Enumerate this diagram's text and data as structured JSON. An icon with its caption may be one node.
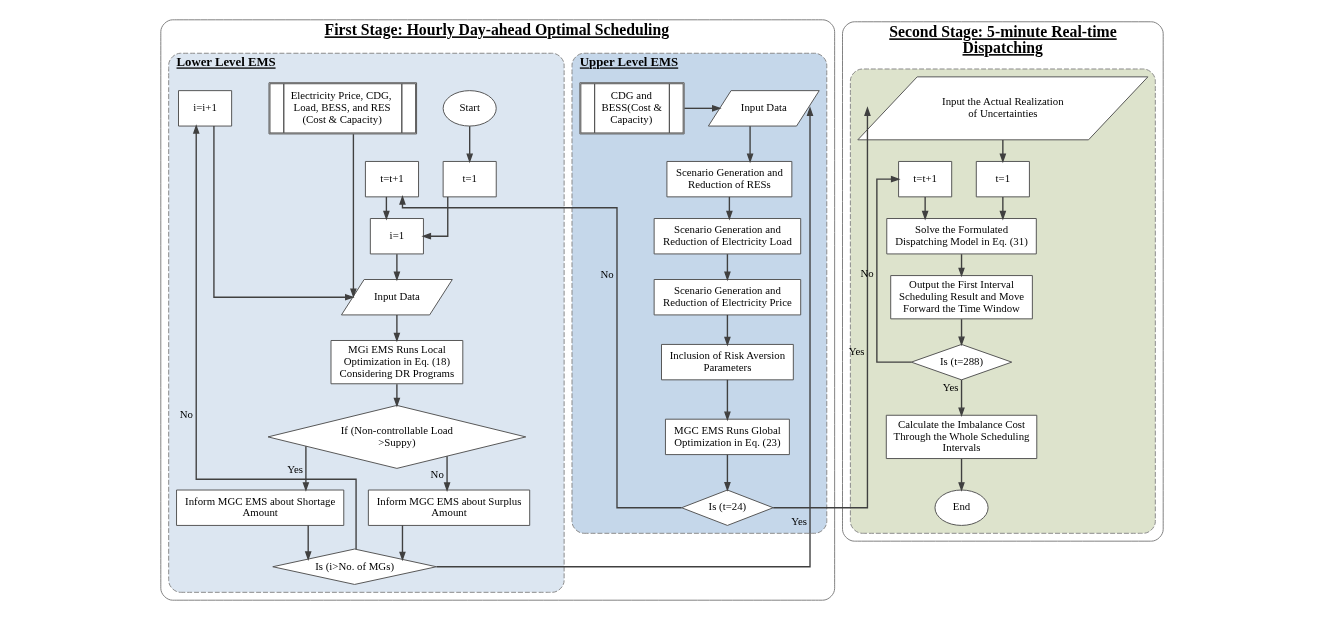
{
  "diagram": {
    "nodes": [
      {
        "text": [
          "First Stage: Hourly Day-ahead Optimal Scheduling"
        ]
      },
      {
        "text": [
          "Lower Level EMS"
        ],
        "in": 0
      },
      {
        "text": [
          "Start"
        ],
        "in": 1
      },
      {
        "text": [
          "t=1"
        ],
        "in": 1
      },
      {
        "text": [
          "t=t+1"
        ],
        "in": 1
      },
      {
        "text": [
          "i=1"
        ],
        "in": 1
      },
      {
        "text": [
          "Input Data"
        ],
        "in": 1
      },
      {
        "text": [
          "Electricity Price, CDG, Load, BESS, and RES (Cost & Capacity)"
        ],
        "in": 1
      },
      {
        "text": [
          "MGi EMS Runs Local Optimization in Eq. (18) Considering DR Programs"
        ],
        "in": 1
      },
      {
        "text": [
          "If (Non-controllable Load >Suppy)"
        ],
        "in": 1
      },
      {
        "text": [
          "i=i+1"
        ],
        "in": 1
      },
      {
        "text": [
          "Inform MGC EMS about Shortage Amount"
        ],
        "in": 1
      },
      {
        "text": [
          "Inform MGC EMS about Surplus Amount"
        ],
        "in": 1
      },
      {
        "text": [
          "Is (i>No. of MGs)"
        ],
        "in": 1
      },
      {
        "text": [
          "Upper Level EMS"
        ],
        "in": 0
      },
      {
        "text": [
          "Input Data"
        ],
        "in": 14
      },
      {
        "text": [
          "CDG and BESS(Cost & Capacity)"
        ],
        "in": 14
      },
      {
        "text": [
          "Scenario Generation and Reduction of RESs"
        ],
        "in": 14
      },
      {
        "text": [
          "Scenario Generation and Reduction of Electricity Load"
        ],
        "in": 14
      },
      {
        "text": [
          "Scenario Generation and Reduction of Electricity Price"
        ],
        "in": 14
      },
      {
        "text": [
          "Inclusion of Risk Aversion Parameters"
        ],
        "in": 14
      },
      {
        "text": [
          "MGC EMS Runs Global Optimization in Eq. (23)"
        ],
        "in": 14
      },
      {
        "text": [
          "Is (t=24)"
        ],
        "in": 14
      },
      {
        "text": [
          "Second Stage: 5-minute Real-time Dispatching"
        ]
      },
      {
        "text": [],
        "shape": "box",
        "in": 23
      },
      {
        "text": [
          "Input the Actual Realization of Uncertainties"
        ],
        "in": 24
      },
      {
        "text": [
          "t=1"
        ],
        "in": 24
      },
      {
        "text": [
          "t=t+1"
        ],
        "in": 24
      },
      {
        "text": [
          "Solve the Formulated Dispatching Model in Eq. (31)"
        ],
        "in": 24
      },
      {
        "text": [
          "Output the First Interval Scheduling Result and Move Forward the Time Window"
        ],
        "in": 24
      },
      {
        "text": [
          "Is (t=288)"
        ],
        "in": 24
      },
      {
        "text": [
          "Calculate the Imbalance Cost Through the Whole Scheduling Intervals"
        ],
        "in": 24
      },
      {
        "text": [
          "End"
        ],
        "in": 24
      }
    ],
    "edges": [
      {
        "from": 2,
        "to": 3,
        "arrow": "to"
      },
      {
        "from": 3,
        "to": 5,
        "arrow": "to"
      },
      {
        "from": 4,
        "to": 5,
        "arrow": "to"
      },
      {
        "from": 5,
        "to": 6,
        "arrow": "to"
      },
      {
        "from": 10,
        "to": 6,
        "arrow": "to"
      },
      {
        "from": 7,
        "to": 6,
        "arrow": "to"
      },
      {
        "from": 6,
        "to": 8,
        "arrow": "to"
      },
      {
        "from": 8,
        "to": 9,
        "arrow": "to"
      },
      {
        "from": 9,
        "to": 11,
        "arrow": "to",
        "label": "Yes"
      },
      {
        "from": 9,
        "to": 12,
        "arrow": "to",
        "label": "No"
      },
      {
        "from": 11,
        "to": 13,
        "arrow": "to"
      },
      {
        "from": 12,
        "to": 13,
        "arrow": "to"
      },
      {
        "from": 13,
        "to": 10,
        "arrow": "to",
        "label": "No"
      },
      {
        "from": 13,
        "to": 15,
        "arrow": "to",
        "label": "Yes"
      },
      {
        "from": 22,
        "to": 4,
        "arrow": "to",
        "label": "No"
      },
      {
        "from": 16,
        "to": 15,
        "arrow": "to"
      },
      {
        "from": 15,
        "to": 17,
        "arrow": "to"
      },
      {
        "from": 17,
        "to": 18,
        "arrow": "to"
      },
      {
        "from": 18,
        "to": 19,
        "arrow": "to"
      },
      {
        "from": 19,
        "to": 20,
        "arrow": "to"
      },
      {
        "from": 20,
        "to": 21,
        "arrow": "to"
      },
      {
        "from": 21,
        "to": 22,
        "arrow": "to"
      },
      {
        "from": 22,
        "to": 25,
        "arrow": "to",
        "label": "Yes"
      },
      {
        "from": 25,
        "to": 26,
        "arrow": "to"
      },
      {
        "from": 26,
        "to": 28,
        "arrow": "to"
      },
      {
        "from": 27,
        "to": 28,
        "arrow": "to"
      },
      {
        "from": 28,
        "to": 29,
        "arrow": "to"
      },
      {
        "from": 29,
        "to": 30,
        "arrow": "to"
      },
      {
        "from": 30,
        "to": 27,
        "arrow": "to",
        "label": "No"
      },
      {
        "from": 30,
        "to": 31,
        "arrow": "to",
        "label": "Yes"
      },
      {
        "from": 31,
        "to": 32,
        "arrow": "to"
      }
    ]
  }
}
